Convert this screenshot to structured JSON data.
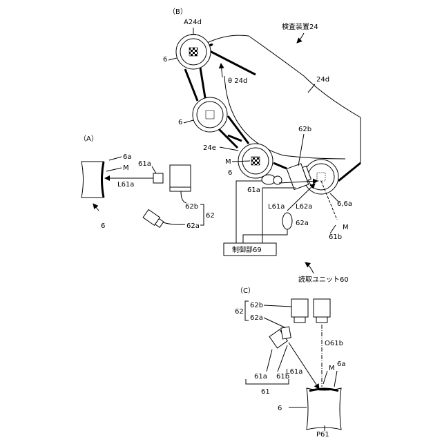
{
  "panels": {
    "A": "（A）",
    "B": "（B）",
    "C": "（C）"
  },
  "labels": {
    "A24d": "A24d",
    "device": "検査装置24",
    "theta": "θ 24d",
    "d24d": "24d",
    "six_top": "6",
    "six_mid": "6",
    "six_low": "6",
    "e24e": "24e",
    "M_b": "M",
    "b62b": "62b",
    "b61a": "61a",
    "b61a_2": "L61a",
    "L62a": "L62a",
    "sixa_b": "6,6a",
    "b62a": "62a",
    "M_b2": "M",
    "b61b": "61b",
    "control": "制御部69",
    "reader": "読取ユニット60",
    "a6a": "6a",
    "a61a": "61a",
    "aM": "M",
    "aL61a": "L61a",
    "a62b": "62b",
    "a62": "62",
    "a62a": "62a",
    "a6": "6",
    "c62b": "62b",
    "c62": "62",
    "c62a": "62a",
    "cO61b": "O61b",
    "cM": "M",
    "c6a": "6a",
    "cL61a": "L61a",
    "c61a": "61a",
    "c61b": "61b",
    "c61": "61",
    "c6": "6",
    "cP61": "P61"
  }
}
